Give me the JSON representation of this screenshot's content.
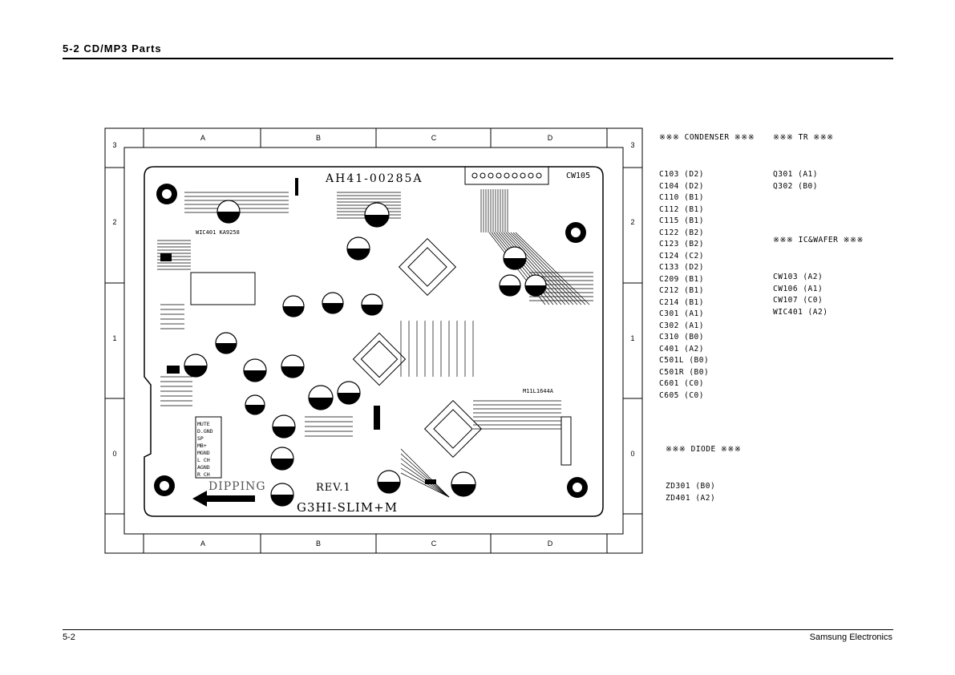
{
  "header": {
    "title": "5-2 CD/MP3 Parts"
  },
  "footer": {
    "left": "5-2",
    "right": "Samsung Electronics"
  },
  "frame": {
    "columns": [
      "A",
      "B",
      "C",
      "D"
    ],
    "rows": [
      "3",
      "2",
      "1",
      "0"
    ]
  },
  "board": {
    "part_no": "AH41-00285A",
    "model": "G3HI-SLIM+M",
    "rev": "REV.1",
    "dipping": "DIPPING",
    "connector_top": "CW105",
    "ic_label": "WIC401 KA9258",
    "pin_labels": [
      "MUTE",
      "D.GND",
      "SP",
      "MB+",
      "MGND",
      "L CH",
      "AGND",
      "R CH"
    ],
    "sub_label": "M11L1644A"
  },
  "legend": {
    "condenser": {
      "title": "※※※ CONDENSER ※※※",
      "items": [
        "C103 (D2)",
        "C104 (D2)",
        "C110 (B1)",
        "C112 (B1)",
        "C115 (B1)",
        "C122 (B2)",
        "C123 (B2)",
        "C124 (C2)",
        "C133 (D2)",
        "C209 (B1)",
        "C212 (B1)",
        "C214 (B1)",
        "C301 (A1)",
        "C302 (A1)",
        "C310 (B0)",
        "C401 (A2)",
        "C501L (B0)",
        "C501R (B0)",
        "C601 (C0)",
        "C605 (C0)"
      ]
    },
    "tr": {
      "title": "※※※ TR ※※※",
      "items": [
        "Q301 (A1)",
        "Q302 (B0)"
      ]
    },
    "ic": {
      "title": "※※※ IC&WAFER ※※※",
      "items": [
        "CW103 (A2)",
        "CW106 (A1)",
        "CW107 (C0)",
        "WIC401 (A2)"
      ]
    },
    "diode": {
      "title": "※※※ DIODE ※※※",
      "items": [
        "ZD301 (B0)",
        "ZD401 (A2)"
      ]
    }
  }
}
